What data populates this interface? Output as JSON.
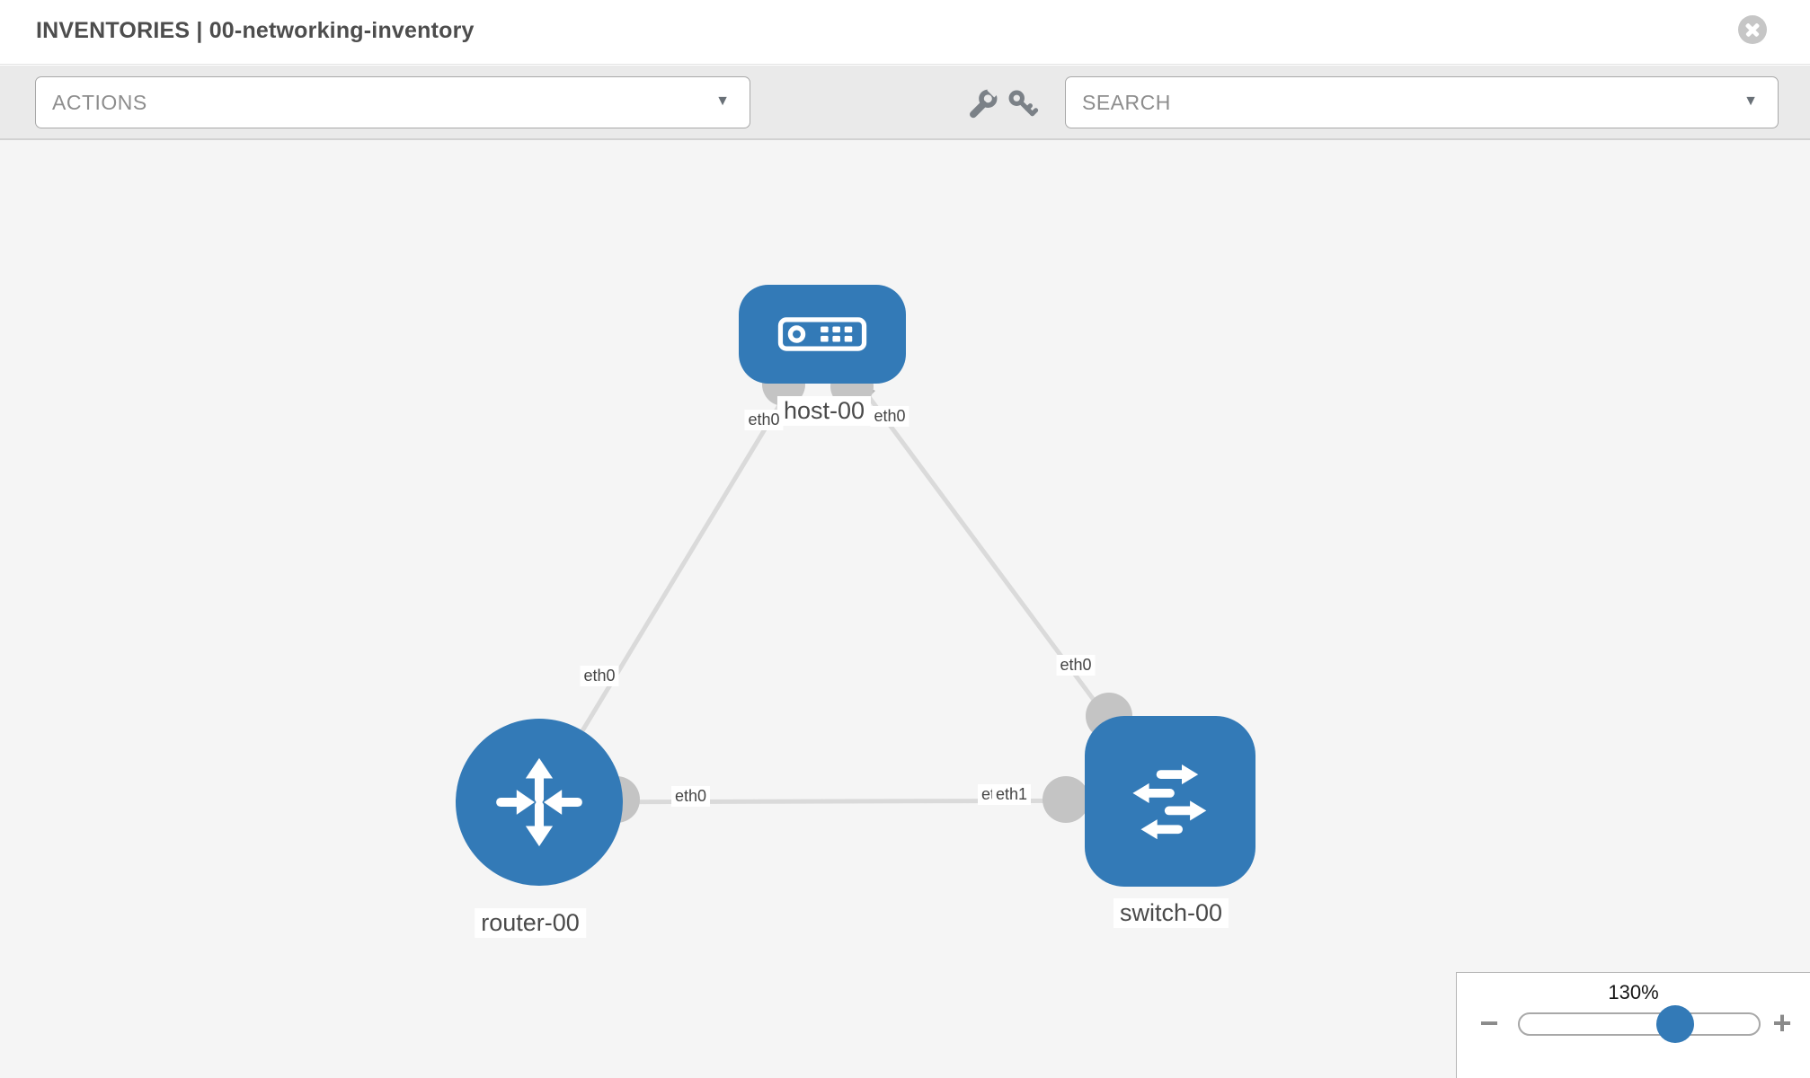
{
  "window": {
    "title": "INVENTORIES | 00-networking-inventory"
  },
  "toolbar": {
    "actions_label": "ACTIONS",
    "search_label": "SEARCH",
    "caret_glyph": "▼",
    "icons": [
      "wrench-icon",
      "key-icon"
    ]
  },
  "topology": {
    "nodes": [
      {
        "id": "host-00",
        "type": "host",
        "label": "host-00",
        "icon": "server-icon"
      },
      {
        "id": "router-00",
        "type": "router",
        "label": "router-00",
        "icon": "router-arrows-icon"
      },
      {
        "id": "switch-00",
        "type": "switch",
        "label": "switch-00",
        "icon": "switch-arrows-icon"
      }
    ],
    "links": [
      {
        "from": "host-00",
        "from_port": "eth0",
        "to": "router-00",
        "to_port": "eth0"
      },
      {
        "from": "host-00",
        "from_port": "eth0",
        "to": "switch-00",
        "to_port": "eth0"
      },
      {
        "from": "router-00",
        "from_port": "eth0",
        "to": "switch-00",
        "to_port": "eth1",
        "occluded_port_label": "eth0"
      }
    ]
  },
  "zoom_control": {
    "level": "130%",
    "value": 130,
    "minus_glyph": "−",
    "plus_glyph": "+"
  },
  "colors": {
    "node_blue": "#337ab7",
    "link_gray": "#dadada",
    "connector_gray": "#c4c4c4",
    "canvas_bg": "#f5f5f5",
    "toolbar_bg": "#eaeaea"
  }
}
